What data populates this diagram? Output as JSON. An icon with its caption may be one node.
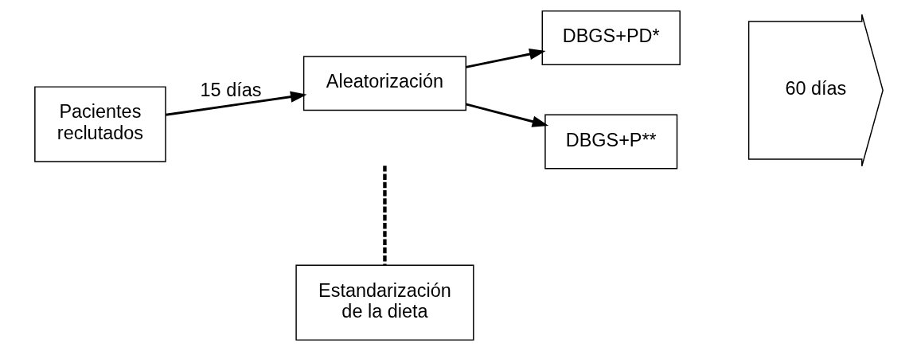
{
  "diagram": {
    "nodes": [
      {
        "text": [
          "Pacientes reclutados"
        ]
      },
      {
        "text": [
          "Aleatorización"
        ]
      },
      {
        "text": [
          "DBGS+PD*"
        ]
      },
      {
        "text": [
          "DBGS+P**"
        ]
      },
      {
        "text": [
          "Estandarización de la dieta"
        ]
      },
      {
        "text": [
          "60 días"
        ]
      }
    ],
    "edges": [
      {
        "from": 0,
        "to": 1,
        "arrow": "to",
        "label": "15 días"
      },
      {
        "from": null,
        "to": 4,
        "arrow": "none",
        "style": "dashed"
      },
      {
        "from": 1,
        "to": 2,
        "arrow": "to"
      },
      {
        "from": 1,
        "to": 3,
        "arrow": "to"
      }
    ]
  }
}
